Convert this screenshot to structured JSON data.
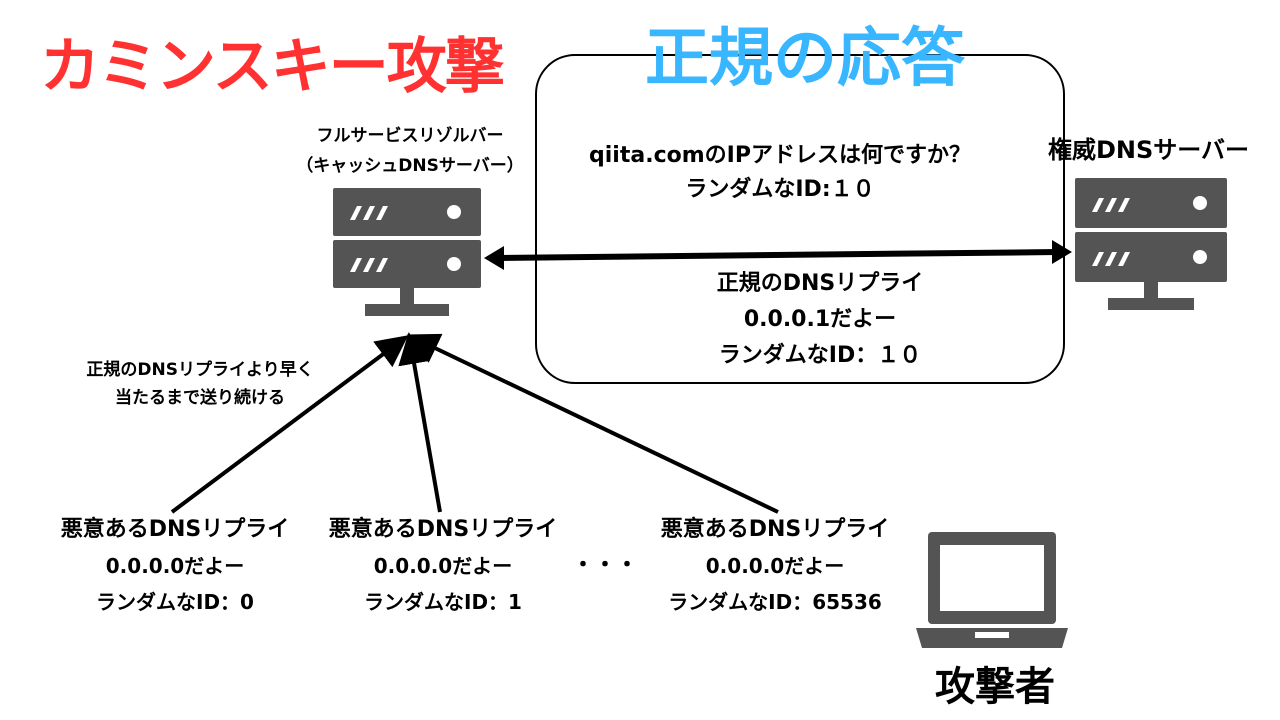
{
  "title": "カミンスキー攻撃",
  "box_title": "正規の応答",
  "resolver": {
    "line1": "フルサービスリゾルバー",
    "line2": "（キャッシュDNSサーバー）"
  },
  "authoritative": {
    "label": "権威DNSサーバー"
  },
  "query": {
    "line1": "qiita.comのIPアドレスは何ですか？",
    "line2": "ランダムなID:１０"
  },
  "legit_reply": {
    "line1": "正規のDNSリプライ",
    "line2": "0.0.0.1だよー",
    "line3": "ランダムなID：１０"
  },
  "attack_note": {
    "line1": "正規のDNSリプライより早く",
    "line2": "当たるまで送り続ける"
  },
  "malicious_replies": [
    {
      "line1": "悪意あるDNSリプライ",
      "line2": "0.0.0.0だよー",
      "line3": "ランダムなID：0"
    },
    {
      "line1": "悪意あるDNSリプライ",
      "line2": "0.0.0.0だよー",
      "line3": "ランダムなID：1"
    },
    {
      "line1": "悪意あるDNSリプライ",
      "line2": "0.0.0.0だよー",
      "line3": "ランダムなID：65536"
    }
  ],
  "ellipsis": "・・・",
  "attacker": {
    "label": "攻撃者"
  },
  "colors": {
    "title_red": "#ff3131",
    "title_blue": "#38b6ff",
    "icon_gray": "#545454"
  },
  "icons": {
    "resolver_server": "server-icon",
    "authoritative_server": "server-icon",
    "attacker_computer": "laptop-icon"
  }
}
